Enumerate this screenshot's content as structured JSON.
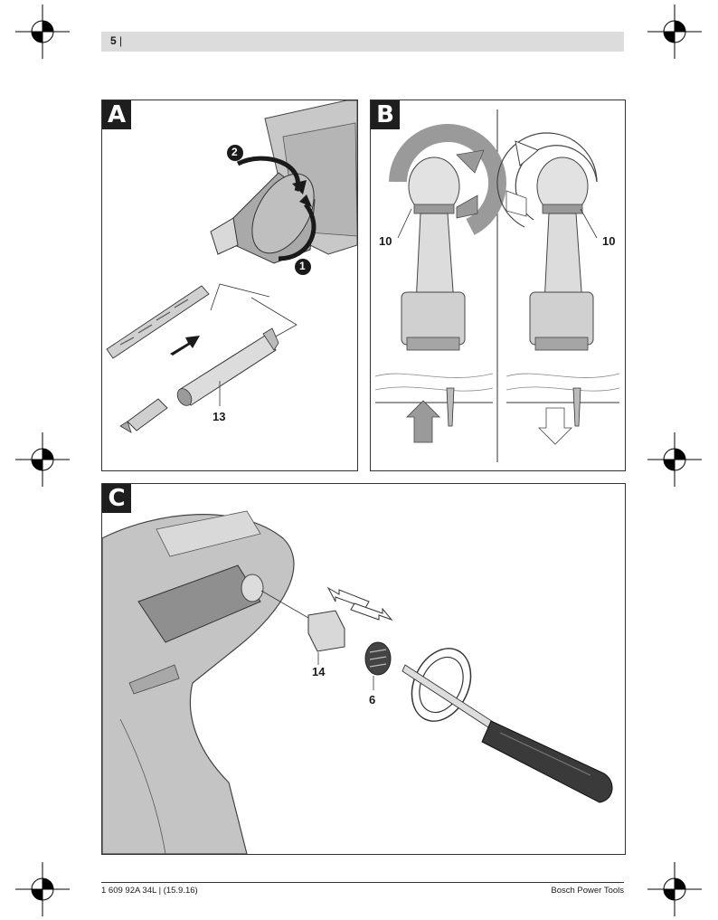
{
  "header": {
    "page_number": "5",
    "separator": "|"
  },
  "figures": {
    "A": {
      "letter": "A",
      "step_1": "1",
      "step_2": "2",
      "callout_13": "13"
    },
    "B": {
      "letter": "B",
      "callout_10_left": "10",
      "callout_10_right": "10"
    },
    "C": {
      "letter": "C",
      "callout_14": "14",
      "callout_6": "6"
    }
  },
  "footer": {
    "left": "1 609 92A 34L | (15.9.16)",
    "right": "Bosch Power Tools"
  },
  "colors": {
    "panel_border": "#333333",
    "header_bar": "#dcdcdc",
    "letter_badge": "#1e1e1e",
    "tool_grey": "#bdbdbd"
  }
}
